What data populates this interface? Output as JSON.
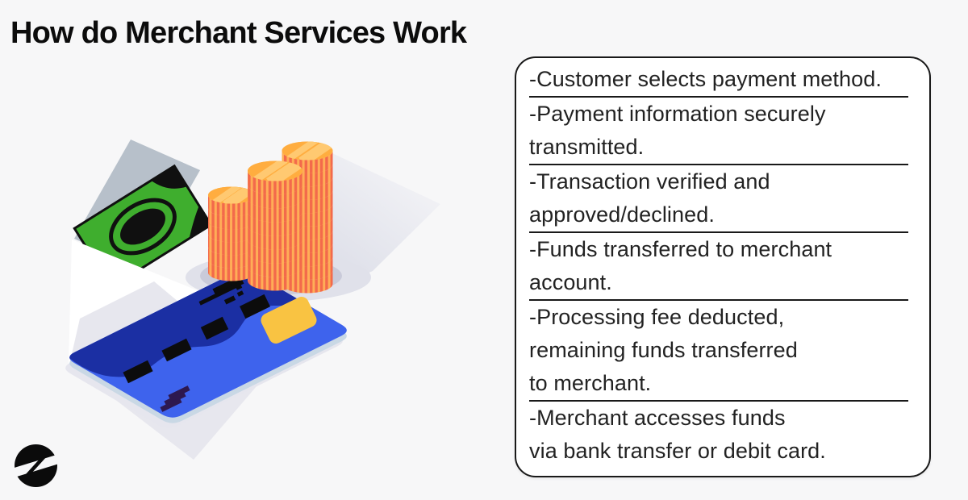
{
  "header": {
    "title": "How do Merchant Services Work"
  },
  "steps": {
    "items": [
      {
        "lines": [
          "-Customer selects payment method."
        ]
      },
      {
        "lines": [
          "-Payment information securely",
          "transmitted."
        ]
      },
      {
        "lines": [
          "-Transaction verified and",
          "approved/declined."
        ]
      },
      {
        "lines": [
          "-Funds transferred to merchant",
          "account."
        ]
      },
      {
        "lines": [
          "-Processing fee deducted,",
          "remaining funds transferred",
          "to merchant."
        ]
      },
      {
        "lines": [
          "-Merchant accesses funds",
          "via bank transfer or debit card."
        ]
      }
    ]
  },
  "illustration": {
    "icons": [
      "envelope-icon",
      "money-bill-icon",
      "coin-stack-icon",
      "credit-card-icon"
    ],
    "description": "open envelope with dollar bill, three stacks of gold coins, blue credit card"
  },
  "brand": {
    "logo": "lightning-bolt-logo"
  },
  "colors": {
    "background": "#f7f7f8",
    "title_black": "#0c0c0c",
    "box_border": "#191919",
    "card_blue": "#3E63ED",
    "card_navy": "#1B2FA3",
    "card_edge": "#C9D8E5",
    "chip_yellow": "#F9C342",
    "stripe_purple": "#2D1850",
    "coin_face": "#FFAD3F",
    "coin_stripe_red": "#F36A4B",
    "coin_stripe_orange": "#FFAD57",
    "bill_green": "#3FAE2E",
    "envelope_gray": "#B7C0CA",
    "logo_black": "#0b0b0b"
  }
}
